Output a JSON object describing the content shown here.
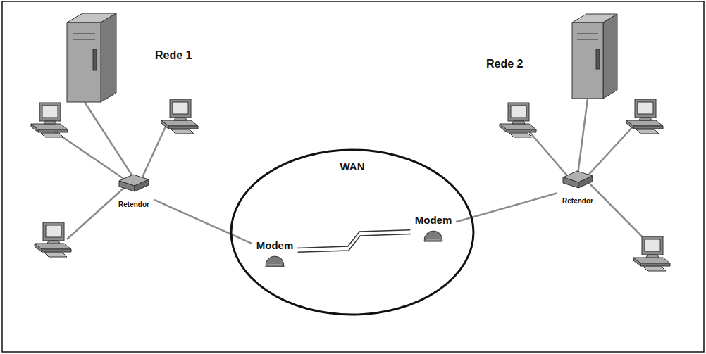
{
  "diagram": {
    "nodes": [
      {
        "text": [
          "Retendor"
        ]
      },
      {
        "text": [
          "WAN"
        ]
      },
      {
        "text": [
          "Modem"
        ],
        "in": 1
      },
      {
        "text": [
          "Modem"
        ],
        "in": 1
      },
      {
        "text": [
          "Retendor"
        ]
      }
    ],
    "edges": [
      {
        "from": 0,
        "to": 2,
        "arrow": "none"
      },
      {
        "from": 2,
        "to": 3,
        "arrow": "none"
      },
      {
        "from": 3,
        "to": 4,
        "arrow": "none"
      }
    ],
    "labels": [
      "Rede 1",
      "Rede 2"
    ]
  }
}
